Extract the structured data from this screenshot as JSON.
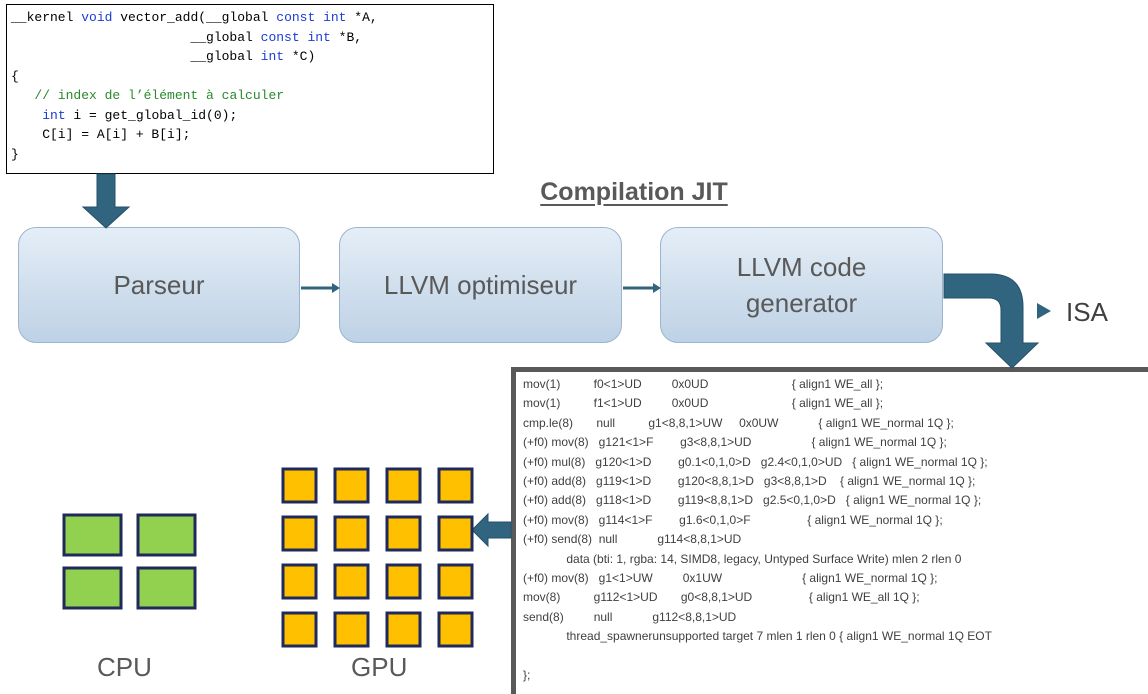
{
  "code": {
    "lines": [
      [
        {
          "t": "__kernel ",
          "c": ""
        },
        {
          "t": "void",
          "c": "kw"
        },
        {
          "t": " vector_add(__global ",
          "c": ""
        },
        {
          "t": "const int",
          "c": "kw"
        },
        {
          "t": " *A,",
          "c": ""
        }
      ],
      [
        {
          "t": "                       __global ",
          "c": ""
        },
        {
          "t": "const int",
          "c": "kw"
        },
        {
          "t": " *B,",
          "c": ""
        }
      ],
      [
        {
          "t": "                       __global ",
          "c": ""
        },
        {
          "t": "int",
          "c": "kw"
        },
        {
          "t": " *C)",
          "c": ""
        }
      ],
      [
        {
          "t": "{",
          "c": ""
        }
      ],
      [
        {
          "t": "   ",
          "c": ""
        },
        {
          "t": "// index de l’élément à calculer",
          "c": "cm"
        }
      ],
      [
        {
          "t": "    ",
          "c": ""
        },
        {
          "t": "int",
          "c": "kw"
        },
        {
          "t": " i = get_global_id(0);",
          "c": ""
        }
      ],
      [
        {
          "t": "    C[i] = A[i] + B[i];",
          "c": ""
        }
      ],
      [
        {
          "t": "}",
          "c": ""
        }
      ]
    ]
  },
  "jit_title": "Compilation JIT",
  "stages": {
    "parser": "Parseur",
    "optimizer": "LLVM optimiseur",
    "codegen_line1": "LLVM code",
    "codegen_line2": "generator"
  },
  "isa_label": "ISA",
  "asm_lines": [
    "mov(1)          f0<1>UD         0x0UD                         { align1 WE_all };",
    "mov(1)          f1<1>UD         0x0UD                         { align1 WE_all };",
    "cmp.le(8)       null          g1<8,8,1>UW     0x0UW            { align1 WE_normal 1Q };",
    "(+f0) mov(8)   g121<1>F        g3<8,8,1>UD                  { align1 WE_normal 1Q };",
    "(+f0) mul(8)   g120<1>D        g0.1<0,1,0>D   g2.4<0,1,0>UD   { align1 WE_normal 1Q };",
    "(+f0) add(8)   g119<1>D        g120<8,8,1>D   g3<8,8,1>D    { align1 WE_normal 1Q };",
    "(+f0) add(8)   g118<1>D        g119<8,8,1>D   g2.5<0,1,0>D   { align1 WE_normal 1Q };",
    "(+f0) mov(8)   g114<1>F        g1.6<0,1,0>F                 { align1 WE_normal 1Q };",
    "(+f0) send(8)  null            g114<8,8,1>UD",
    "             data (bti: 1, rgba: 14, SIMD8, legacy, Untyped Surface Write) mlen 2 rlen 0",
    "(+f0) mov(8)   g1<1>UW         0x1UW                        { align1 WE_normal 1Q };",
    "mov(8)          g112<1>UD       g0<8,8,1>UD                 { align1 WE_all 1Q };",
    "send(8)         null            g112<8,8,1>UD",
    "             thread_spawnerunsupported target 7 mlen 1 rlen 0 { align1 WE_normal 1Q EOT",
    "",
    "};"
  ],
  "cpu_label": "CPU",
  "gpu_label": "GPU",
  "colors": {
    "cpu_core": "#92d050",
    "gpu_core": "#ffc000",
    "core_border": "#1f2a5a",
    "arrow": "#31657f",
    "text_gray": "#595959"
  }
}
